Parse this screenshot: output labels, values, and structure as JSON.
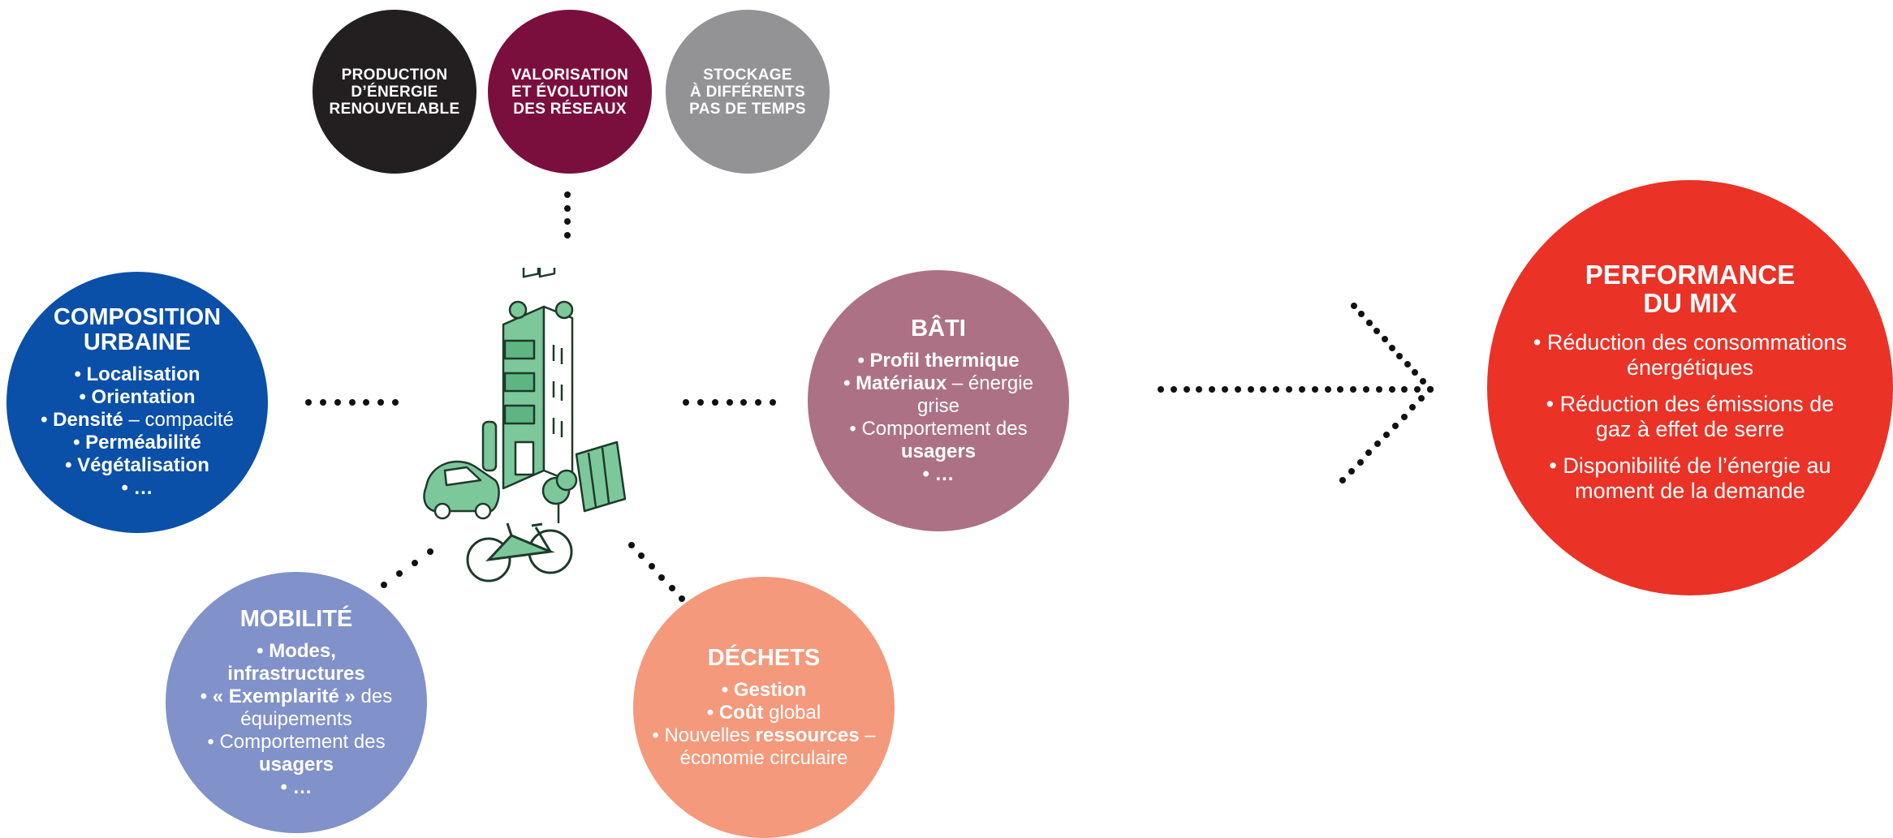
{
  "top_circles": [
    {
      "lines": [
        "PRODUCTION",
        "D’ÉNERGIE",
        "RENOUVELABLE"
      ],
      "color": "#231f20"
    },
    {
      "lines": [
        "VALORISATION",
        "ET ÉVOLUTION",
        "DES RÉSEAUX"
      ],
      "color": "#7a0f3e"
    },
    {
      "lines": [
        "STOCKAGE",
        "À DIFFÉRENTS",
        "PAS DE TEMPS"
      ],
      "color": "#939396"
    }
  ],
  "composition": {
    "title": [
      "COMPOSITION",
      "URBAINE"
    ],
    "color": "#0a4fa8",
    "items": [
      {
        "b": "• Localisation",
        "t": ""
      },
      {
        "b": "• Orientation",
        "t": ""
      },
      {
        "b": "• Densité",
        "t": " – compacité"
      },
      {
        "b": "• Perméabilité",
        "t": ""
      },
      {
        "b": "• Végétalisation",
        "t": ""
      },
      {
        "b": "• …",
        "t": ""
      }
    ]
  },
  "bati": {
    "title": [
      "BÂTI"
    ],
    "color": "#ad7186",
    "items": [
      {
        "b": "• Profil thermique",
        "t": ""
      },
      {
        "b": "• Matériaux",
        "t": " – énergie grise"
      },
      {
        "b": "",
        "t": "• Comportement des "
      },
      {
        "b": "• …",
        "t": ""
      }
    ],
    "extra_bold": "usagers"
  },
  "mobilite": {
    "title": [
      "MOBILITÉ"
    ],
    "color": "#8191c9",
    "items": [
      {
        "b": "• Modes, infrastructures",
        "t": ""
      },
      {
        "b": "• « Exemplarité »",
        "t": " des équipements"
      },
      {
        "b": "",
        "t": "• Comportement des "
      },
      {
        "b": "• …",
        "t": ""
      }
    ],
    "extra_bold": "usagers"
  },
  "dechets": {
    "title": [
      "DÉCHETS"
    ],
    "color": "#f4997c",
    "items": [
      {
        "b": "• Gestion",
        "t": ""
      },
      {
        "b": "• Coût",
        "t": " global"
      },
      {
        "pre": "• Nouvelles ",
        "b": "ressources",
        "t": " – économie circulaire"
      }
    ]
  },
  "performance": {
    "title": [
      "PERFORMANCE",
      "DU MIX"
    ],
    "color": "#ea3226",
    "items": [
      "• Réduction des consommations énergétiques",
      "• Réduction des émissions de gaz à effet de serre",
      "• Disponibilité de l’énergie au moment de la demande"
    ]
  },
  "illustration": {
    "icon": "urban-building-illustration",
    "color": "#7dc89a"
  }
}
